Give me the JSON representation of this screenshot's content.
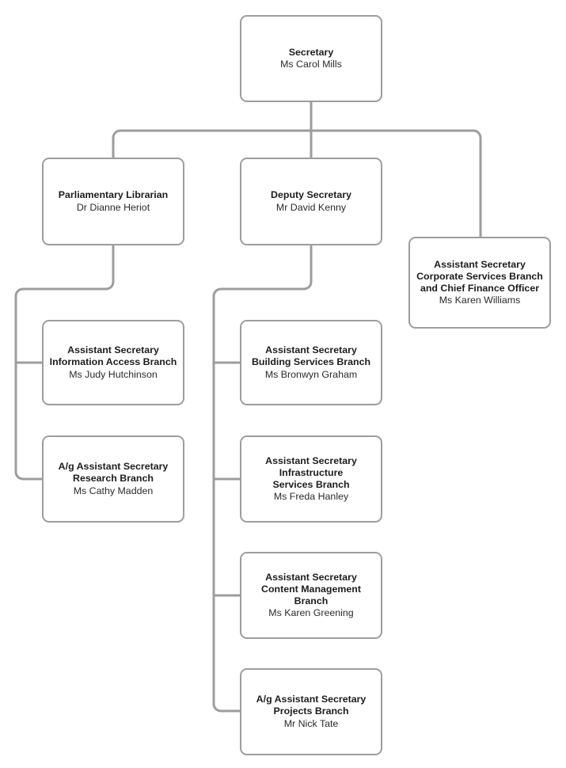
{
  "chart_data": {
    "type": "diagram",
    "title": "",
    "diagram_kind": "organisational-chart",
    "line_color": "#9d9d9d",
    "box_border_color": "#9d9d9d",
    "background": "#ffffff"
  },
  "org": {
    "secretary": {
      "title": "Secretary",
      "person": "Ms Carol Mills"
    },
    "librarian": {
      "title": "Parliamentary Librarian",
      "person": "Dr Dianne Heriot"
    },
    "deputy": {
      "title": "Deputy Secretary",
      "person": "Mr David Kenny"
    },
    "corporate": {
      "title": "Assistant Secretary\nCorporate Services Branch\nand Chief Finance Officer",
      "person": "Ms Karen Williams"
    },
    "info_access": {
      "title": "Assistant Secretary\nInformation Access Branch",
      "person": "Ms Judy Hutchinson"
    },
    "research": {
      "title": "A/g Assistant Secretary\nResearch Branch",
      "person": "Ms Cathy Madden"
    },
    "building": {
      "title": "Assistant Secretary\nBuilding Services Branch",
      "person": "Ms Bronwyn Graham"
    },
    "infrastructure": {
      "title": "Assistant Secretary\nInfrastructure\nServices Branch",
      "person": "Ms Freda Hanley"
    },
    "content": {
      "title": "Assistant Secretary\nContent Management\nBranch",
      "person": "Ms Karen Greening"
    },
    "projects": {
      "title": "A/g Assistant Secretary\nProjects Branch",
      "person": "Mr Nick Tate"
    }
  }
}
